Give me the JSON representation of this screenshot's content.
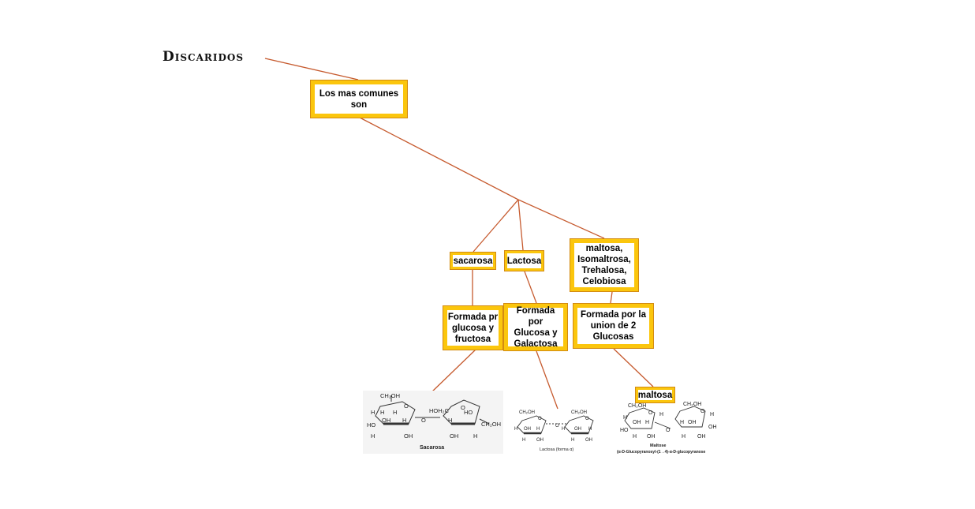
{
  "title": "Discaridos",
  "colors": {
    "box_border": "#fbc60d",
    "box_edge": "#d28a12",
    "connector": "#c65a2e"
  },
  "nodes": {
    "root": "Los mas comunes\nson",
    "sacarosa": "sacarosa",
    "lactosa": "Lactosa",
    "maltosa_group": "maltosa,\nIsomaltrosa,\nTrehalosa,\nCelobiosa",
    "sacarosa_desc": "Formada pr\nglucosa y\nfructosa",
    "lactosa_desc": "Formada por\nGlucosa y\nGalactosa",
    "maltosa_desc": "Formada por la\nunion de 2\nGlucosas",
    "maltosa": "maltosa"
  },
  "molecules": {
    "sacarosa": {
      "caption": "Sacarosa"
    },
    "lactosa": {
      "caption": "Lactosa (forma α)"
    },
    "maltose": {
      "caption": "Maltose",
      "subcaption": "(α-D-Glucopyranosyl-(1→4)-α-D-glucopyranose"
    }
  }
}
